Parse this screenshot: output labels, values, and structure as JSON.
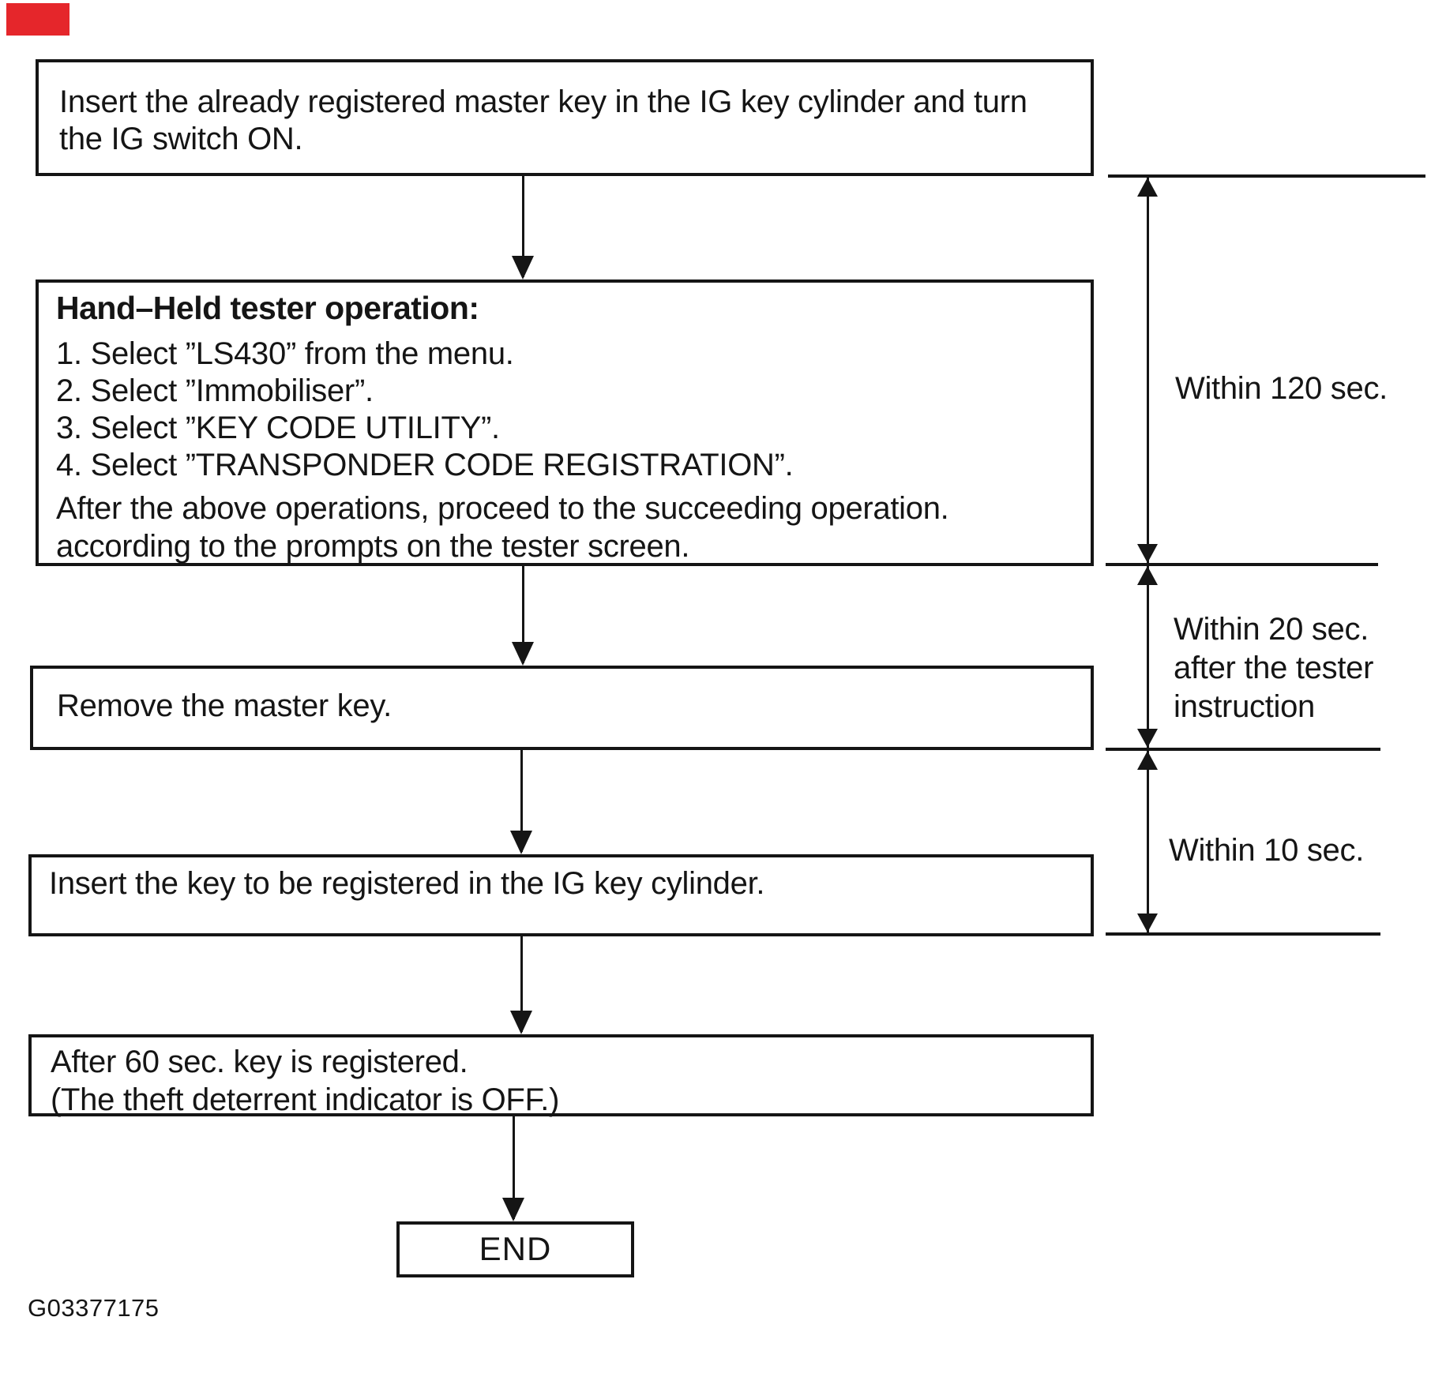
{
  "flowchart": {
    "step1_line1": "Insert the already registered master key in the IG key cylinder and turn",
    "step1_line2": "the IG switch ON.",
    "step2_heading": "Hand–Held tester operation:",
    "step2_items": [
      "1. Select ”LS430” from the menu.",
      "2. Select ”Immobiliser”.",
      "3. Select ”KEY CODE UTILITY”.",
      "4. Select ”TRANSPONDER CODE REGISTRATION”."
    ],
    "step2_note1": "After the above operations, proceed to the succeeding operation.",
    "step2_note2": "according to the prompts on the tester screen.",
    "step3": "Remove the master key.",
    "step4": "Insert the key to be registered in the IG key cylinder.",
    "step5_line1": "After 60 sec. key is registered.",
    "step5_line2": "(The theft deterrent indicator is OFF.)",
    "end_label": "END",
    "timing1": "Within 120 sec.",
    "timing2_line1": "Within 20 sec.",
    "timing2_line2": "after the tester",
    "timing2_line3": "instruction",
    "timing3": "Within 10 sec.",
    "figure_id": "G03377175"
  },
  "colors": {
    "ink": "#151515",
    "marker_red": "#e5262b",
    "background": "#ffffff"
  }
}
